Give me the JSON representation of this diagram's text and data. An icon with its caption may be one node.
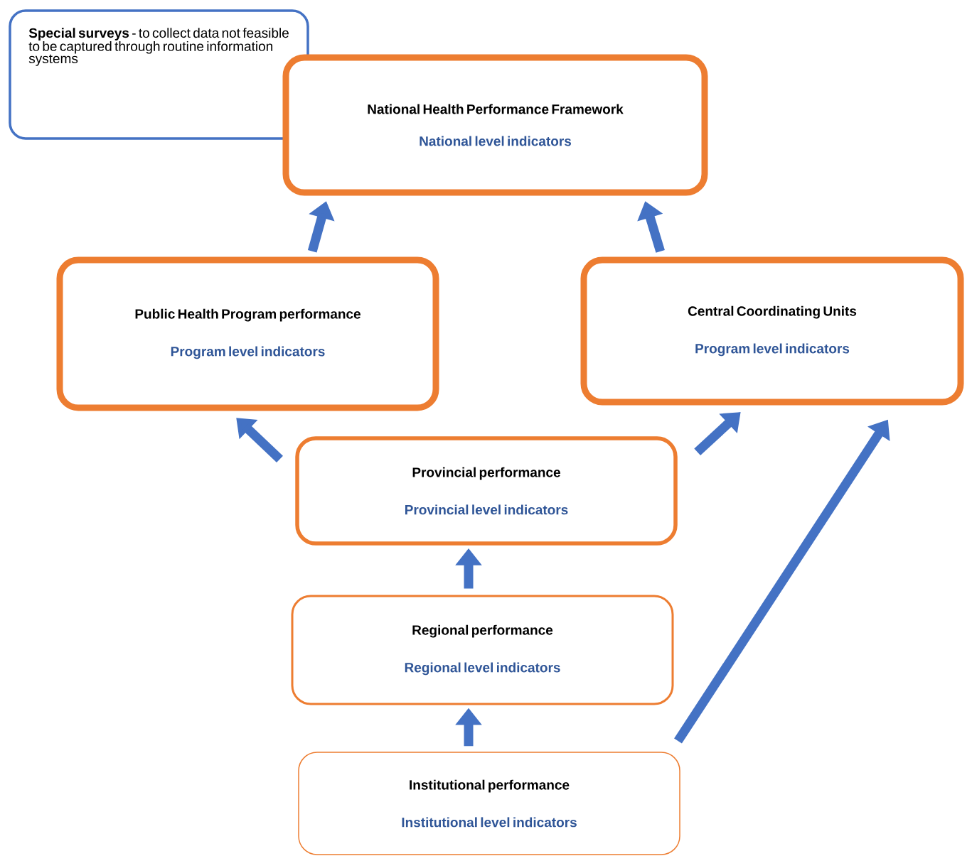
{
  "diagram": {
    "nodes": [
      {
        "text": [
          "**Special surveys** - to collect data not feasible to be captured through routine information systems"
        ]
      },
      {
        "text": [
          "National Health Performance Framework",
          "National level indicators"
        ]
      },
      {
        "text": [
          "Public Health Program performance",
          "Program level indicators"
        ]
      },
      {
        "text": [
          "Central Coordinating Units",
          "Program level indicators"
        ]
      },
      {
        "text": [
          "Provincial performance",
          "Provincial level indicators"
        ]
      },
      {
        "text": [
          "Regional performance",
          "Regional level indicators"
        ]
      },
      {
        "text": [
          "Institutional performance",
          "Institutional level indicators"
        ]
      }
    ],
    "edges": [
      {
        "from": 2,
        "to": 1,
        "arrow": "to"
      },
      {
        "from": 3,
        "to": 1,
        "arrow": "to"
      },
      {
        "from": 4,
        "to": 2,
        "arrow": "to"
      },
      {
        "from": 4,
        "to": 3,
        "arrow": "to"
      },
      {
        "from": 5,
        "to": 4,
        "arrow": "to"
      },
      {
        "from": 6,
        "to": 5,
        "arrow": "to"
      },
      {
        "from": 6,
        "to": 3,
        "arrow": "to"
      }
    ]
  }
}
